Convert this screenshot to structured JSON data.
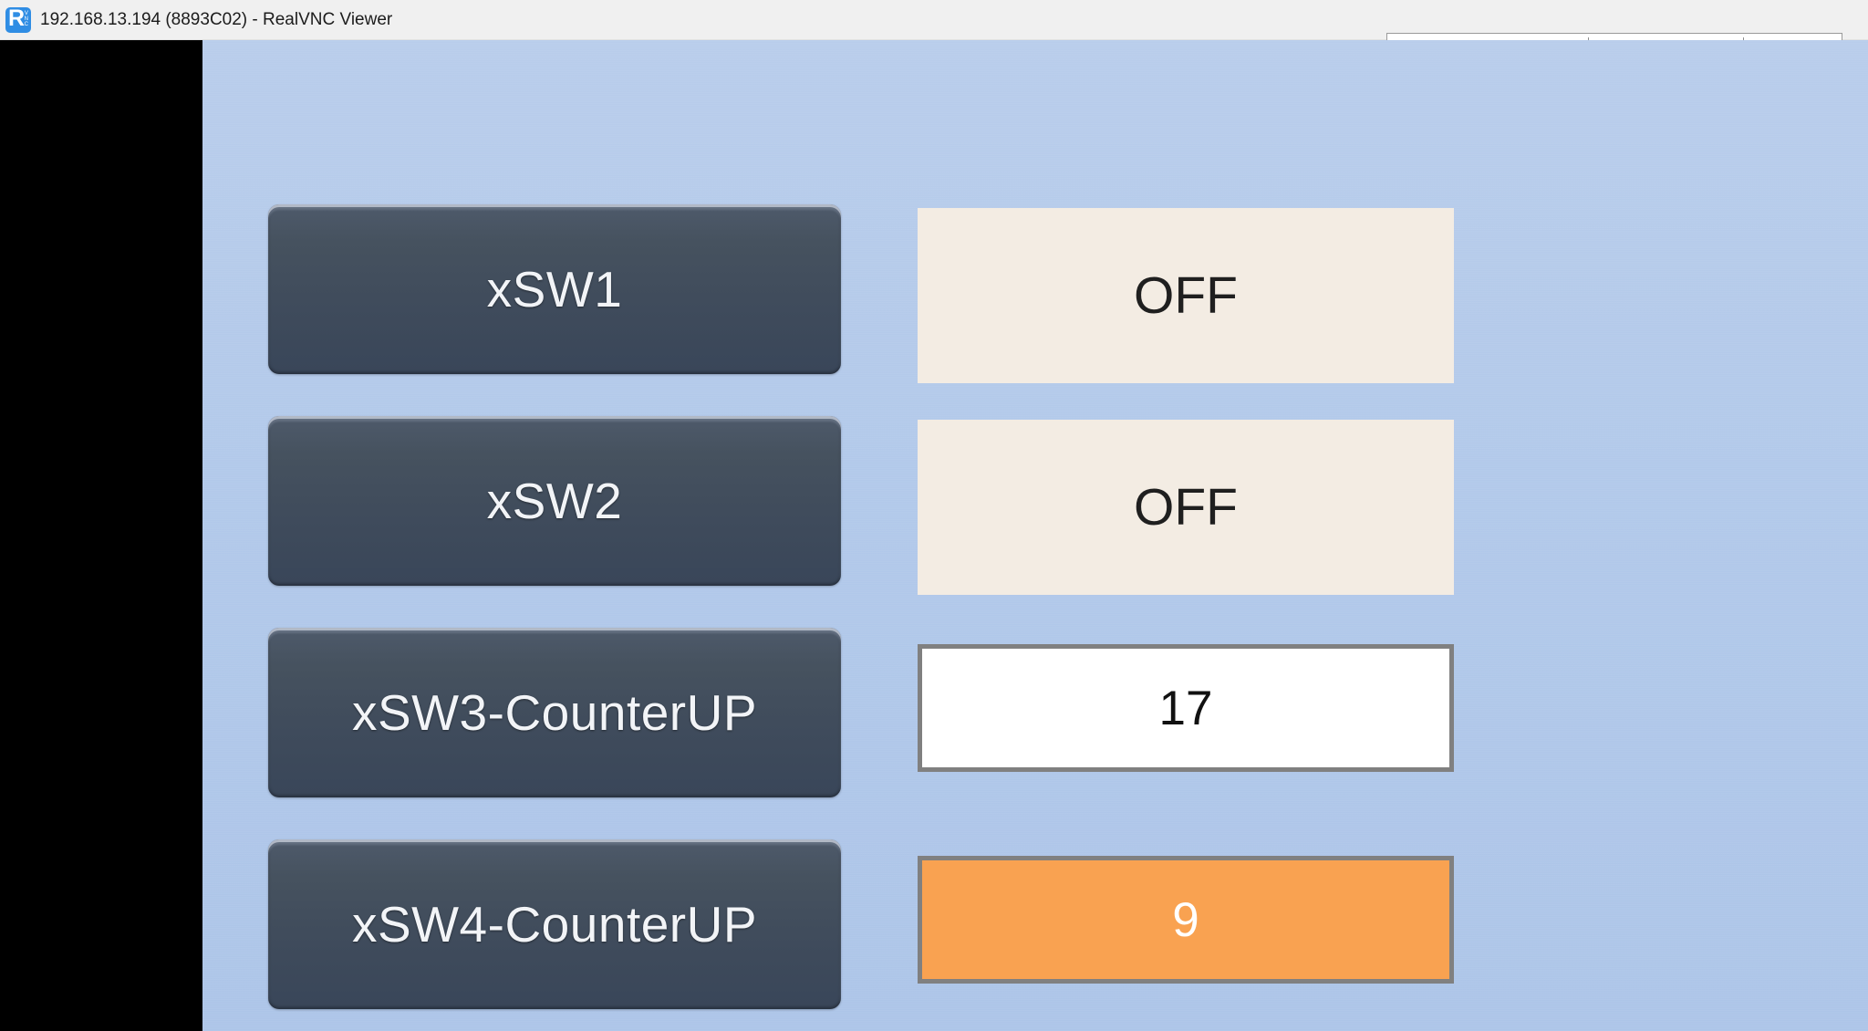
{
  "window": {
    "title": "192.168.13.194 (8893C02) - RealVNC Viewer",
    "app_icon": "realvnc-logo-icon",
    "titlebar_bg": "#f0f0f0",
    "title_color": "#1c1c1c"
  },
  "remote_screen": {
    "background_top": "#b9cdeb",
    "background_bottom": "#adc5e8",
    "letterbox_color": "#000000",
    "rows": [
      {
        "button": {
          "label": "xSW1",
          "name": "xsw1-button",
          "bg_top": "#4e5a6b",
          "bg_bottom": "#394659",
          "text_color": "#f2f4f7"
        },
        "indicator": {
          "value": "OFF",
          "style": "flat",
          "name": "xsw1-status-display",
          "bg": "#f3ece3",
          "text_color": "#1f1f1f"
        }
      },
      {
        "button": {
          "label": "xSW2",
          "name": "xsw2-button",
          "bg_top": "#4e5a6b",
          "bg_bottom": "#394659",
          "text_color": "#f2f4f7"
        },
        "indicator": {
          "value": "OFF",
          "style": "flat",
          "name": "xsw2-status-display",
          "bg": "#f3ece3",
          "text_color": "#1f1f1f"
        }
      },
      {
        "button": {
          "label": "xSW3-CounterUP",
          "name": "xsw3-counterup-button",
          "bg_top": "#4e5a6b",
          "bg_bottom": "#394659",
          "text_color": "#f2f4f7"
        },
        "indicator": {
          "value": "17",
          "style": "framed-white",
          "name": "xsw3-counter-display",
          "bg": "#ffffff",
          "border": "#808080",
          "text_color": "#111111"
        }
      },
      {
        "button": {
          "label": "xSW4-CounterUP",
          "name": "xsw4-counterup-button",
          "bg_top": "#4e5a6b",
          "bg_bottom": "#394659",
          "text_color": "#f2f4f7"
        },
        "indicator": {
          "value": "9",
          "style": "framed-orange",
          "name": "xsw4-counter-display",
          "bg": "#f9a251",
          "border": "#808080",
          "text_color": "#ffffff"
        }
      }
    ]
  }
}
